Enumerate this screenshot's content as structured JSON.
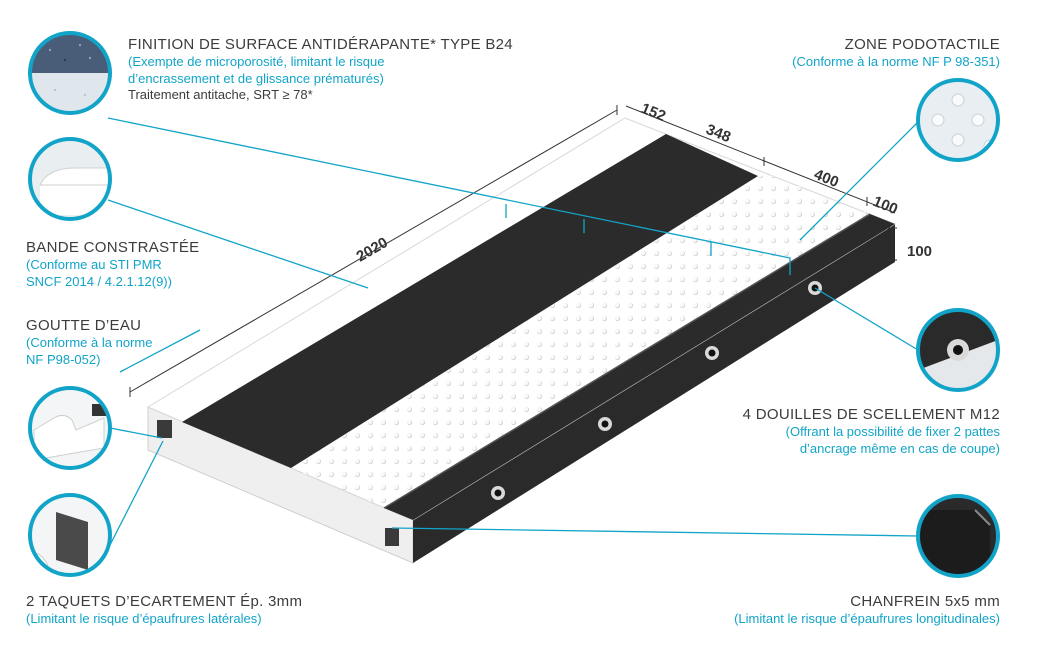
{
  "dimensions": {
    "length": "2020",
    "width_1": "152",
    "width_2": "348",
    "width_3": "400",
    "width_4": "100",
    "height": "100"
  },
  "labels": {
    "finition": {
      "title": "FINITION DE SURFACE ANTIDÉRAPANTE* TYPE B24",
      "sub_1": "(Exempte de microporosité, limitant le risque",
      "sub_2": "d’encrassement et de glissance prématurés)",
      "note": "Traitement antitache, SRT ≥ 78*"
    },
    "podotactile": {
      "title": "ZONE PODOTACTILE",
      "sub_1": "(Conforme à la norme NF P 98-351)"
    },
    "bande": {
      "title": "BANDE CONSTRASTÉE",
      "sub_1": "(Conforme au STI PMR",
      "sub_2": "SNCF 2014 / 4.2.1.12(9))"
    },
    "goutte": {
      "title": "GOUTTE D’EAU",
      "sub_1": "(Conforme à la norme",
      "sub_2": "NF P98-052)"
    },
    "douilles": {
      "title": "4 DOUILLES DE SCELLEMENT M12",
      "sub_1": "(Offrant la possibilité de fixer 2 pattes",
      "sub_2": "d’ancrage même en cas de coupe)"
    },
    "taquets": {
      "title": "2 TAQUETS D’ECARTEMENT Ép. 3mm",
      "sub_1": "(Limitant le risque d’épaufrures latérales)"
    },
    "chanfrein": {
      "title": "CHANFREIN 5x5 mm",
      "sub_1": "(Limitant le risque d’épaufrures longitudinales)"
    }
  },
  "colors": {
    "accent": "#12a4c8",
    "text": "#3c3c3c",
    "band": "#2b2b2b",
    "slab": "#ffffff"
  }
}
